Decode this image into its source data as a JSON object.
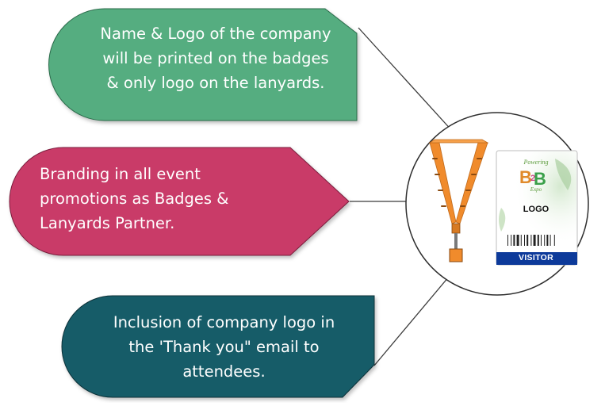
{
  "colors": {
    "callout_green": "#55ad80",
    "callout_pink": "#c93a68",
    "callout_teal": "#165b68",
    "lanyard_orange": "#f08b2c",
    "badge_band_blue": "#0d3a9a"
  },
  "callouts": [
    {
      "id": "top",
      "text": "Name & Logo of the company will be printed on the badges & only logo on the lanyards."
    },
    {
      "id": "middle",
      "text": "Branding in all event promotions as Badges & Lanyards Partner."
    },
    {
      "id": "bottom",
      "text": "Inclusion of company logo in the 'Thank you\" email to attendees."
    }
  ],
  "callout_lines": {
    "top": [
      "Name & Logo of the company",
      "will be printed on the badges",
      "& only logo on the lanyards."
    ],
    "middle": [
      "Branding in all event",
      "promotions as Badges &",
      "Lanyards Partner."
    ],
    "bottom": [
      "Inclusion of company logo in",
      "the 'Thank you\" email to",
      "attendees."
    ]
  },
  "badge": {
    "logo_placeholder": "LOGO",
    "role_label": "VISITOR"
  },
  "icons": {
    "lanyard": "lanyard-icon",
    "badge": "visitor-badge-icon",
    "barcode": "barcode-icon",
    "event_logo": "event-logo-icon"
  }
}
